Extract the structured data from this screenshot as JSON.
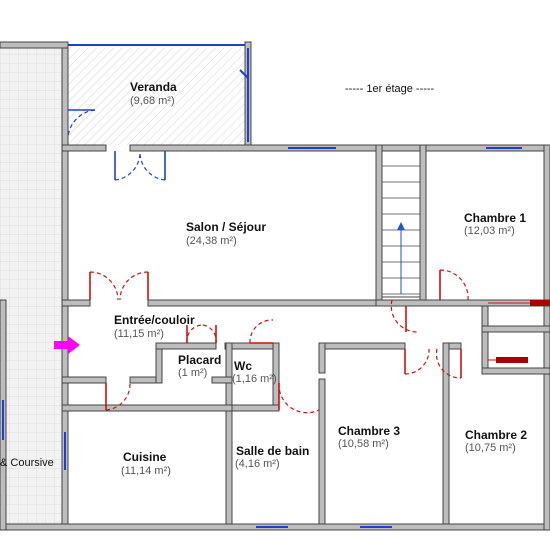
{
  "plan": {
    "floor_label": "----- 1er étage -----",
    "colors": {
      "wall": "#bdbdbd",
      "window": "#1f3fd0",
      "door": "#cc1111",
      "entry_arrow": "#ff00ff",
      "stairs_arrow": "#2255cc"
    },
    "rooms": {
      "veranda": {
        "name": "Veranda",
        "area": "(9,68 m²)"
      },
      "salon": {
        "name": "Salon / Séjour",
        "area": "(24,38 m²)"
      },
      "chambre1": {
        "name": "Chambre 1",
        "area": "(12,03 m²)"
      },
      "entree": {
        "name": "Entrée/couloir",
        "area": "(11,15 m²)"
      },
      "placard": {
        "name": "Placard",
        "area": "(1 m²)"
      },
      "wc": {
        "name": "Wc",
        "area": "(1,16 m²)"
      },
      "cuisine": {
        "name": "Cuisine",
        "area": "(11,14 m²)"
      },
      "salle_de_bain": {
        "name": "Salle de bain",
        "area": "(4,16 m²)"
      },
      "chambre3": {
        "name": "Chambre 3",
        "area": "(10,58 m²)"
      },
      "chambre2": {
        "name": "Chambre 2",
        "area": "(10,75 m²)"
      },
      "coursive": {
        "name": "& Coursive"
      }
    },
    "icons": {
      "entry": "entry-arrow-icon",
      "stairs": "stairs-up-arrow-icon"
    }
  }
}
